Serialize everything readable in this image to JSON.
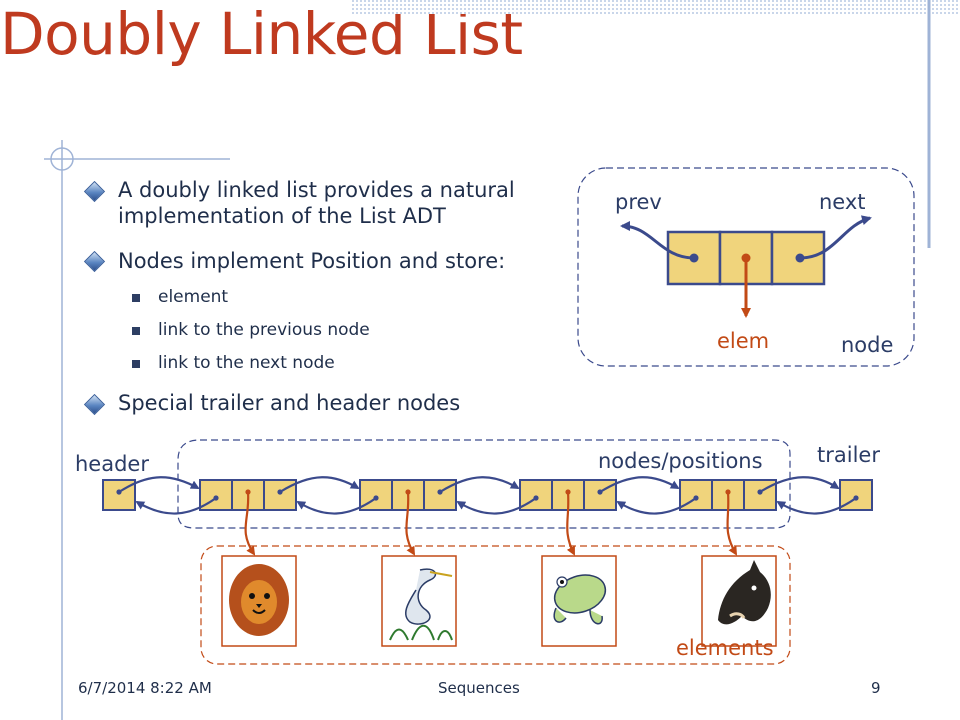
{
  "slide": {
    "title": "Doubly Linked List",
    "bullets": [
      {
        "level": 1,
        "lines": [
          "A doubly linked list provides a natural",
          "implementation of the List ADT"
        ]
      },
      {
        "level": 1,
        "lines": [
          "Nodes implement Position and store:"
        ]
      },
      {
        "level": 2,
        "lines": [
          "element"
        ]
      },
      {
        "level": 2,
        "lines": [
          "link to the previous node"
        ]
      },
      {
        "level": 2,
        "lines": [
          "link to the next node"
        ]
      },
      {
        "level": 1,
        "lines": [
          "Special trailer and header nodes"
        ]
      }
    ]
  },
  "node_diagram": {
    "prev_label": "prev",
    "next_label": "next",
    "elem_label": "elem",
    "node_label": "node"
  },
  "list_diagram": {
    "header_label": "header",
    "trailer_label": "trailer",
    "nodes_label": "nodes/positions",
    "elements_label": "elements",
    "element_icons": [
      "lion-icon",
      "heron-icon",
      "frog-icon",
      "horse-icon"
    ]
  },
  "footer": {
    "date": "6/7/2014 8:22 AM",
    "title": "Sequences",
    "page": "9"
  },
  "colors": {
    "title": "#bf3a1f",
    "text": "#1f2e4a",
    "node_fill": "#f0d47c",
    "pointer_navy": "#3b4a8c",
    "pointer_red": "#c24a16"
  }
}
